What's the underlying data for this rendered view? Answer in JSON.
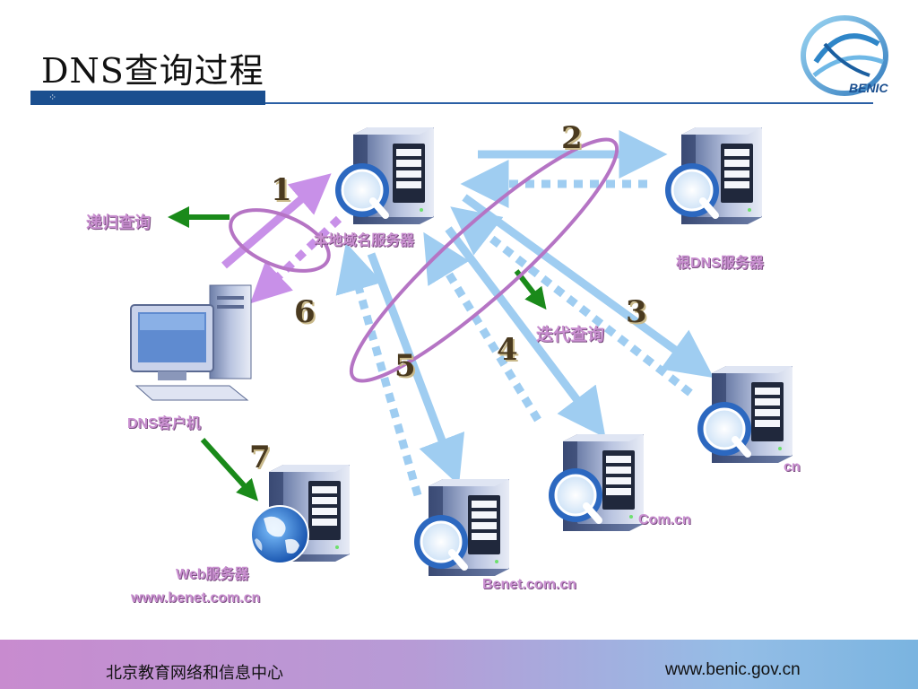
{
  "slide": {
    "title": "DNS查询过程",
    "logo_text": "BENIC"
  },
  "labels": {
    "local_dns": "本地域名服务器",
    "root_dns": "根DNS服务器",
    "recursive": "递归查询",
    "iterative": "迭代查询",
    "client": "DNS客户机",
    "cn": "cn",
    "comcn": "Com.cn",
    "benet": "Benet.com.cn",
    "web": "Web服务器",
    "web_url": "www.benet.com.cn"
  },
  "steps": [
    "1",
    "2",
    "3",
    "4",
    "5",
    "6",
    "7"
  ],
  "footer": {
    "org": "北京教育网络和信息中心",
    "url": "www.benic.gov.cn"
  },
  "colors": {
    "title_bar": "#1b4f8f",
    "light_blue_arrow": "#9fcdf1",
    "purple_arrow": "#c890e8",
    "green_arrow": "#1a8a1a",
    "ellipse": "#b574c4",
    "label_pink": "#c98fd0"
  },
  "icons": [
    "server-search-icon",
    "computer-icon",
    "globe-server-icon",
    "benic-logo"
  ]
}
